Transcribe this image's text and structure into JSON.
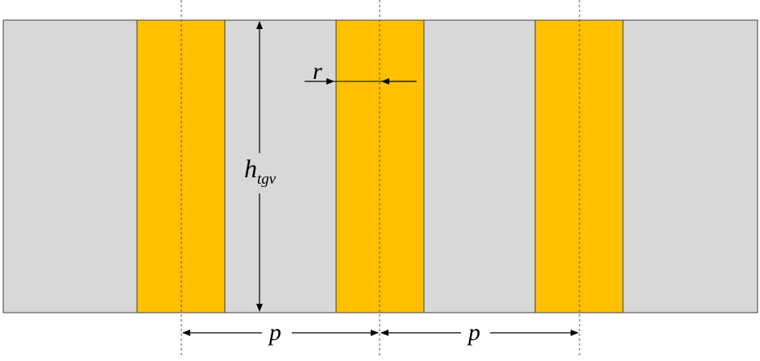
{
  "diagram": {
    "labels": {
      "radius": "r",
      "height_main": "h",
      "height_sub": "tgv",
      "pitch_left": "p",
      "pitch_right": "p"
    },
    "colors": {
      "substrate": "#d8d8d8",
      "via_fill": "#ffc000",
      "outline": "#404040",
      "annotation": "#000000"
    }
  }
}
